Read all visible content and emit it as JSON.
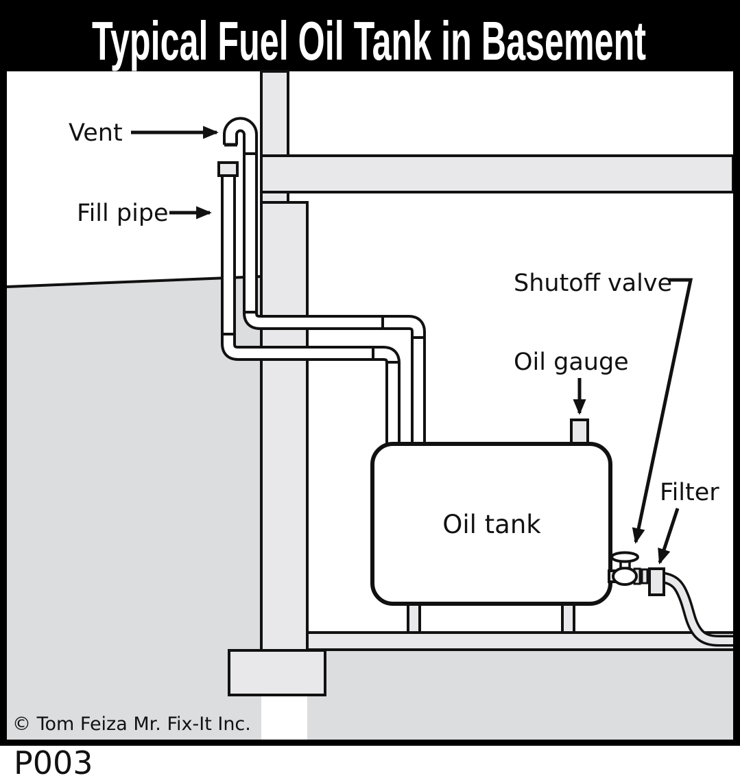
{
  "header": {
    "title": "Typical Fuel Oil Tank in Basement"
  },
  "diagram": {
    "labels": {
      "vent": "Vent",
      "fill_pipe": "Fill pipe",
      "shutoff_valve": "Shutoff valve",
      "oil_gauge": "Oil gauge",
      "oil_tank": "Oil tank",
      "filter": "Filter"
    }
  },
  "footer": {
    "copyright": "© Tom Feiza Mr. Fix-It Inc.",
    "diagram_id": "P003"
  },
  "colors": {
    "header_bg": "#000000",
    "header_text": "#ffffff",
    "ink": "#111111",
    "soil": "#dcdddf",
    "structure": "#e8e8ea",
    "paper": "#ffffff"
  }
}
